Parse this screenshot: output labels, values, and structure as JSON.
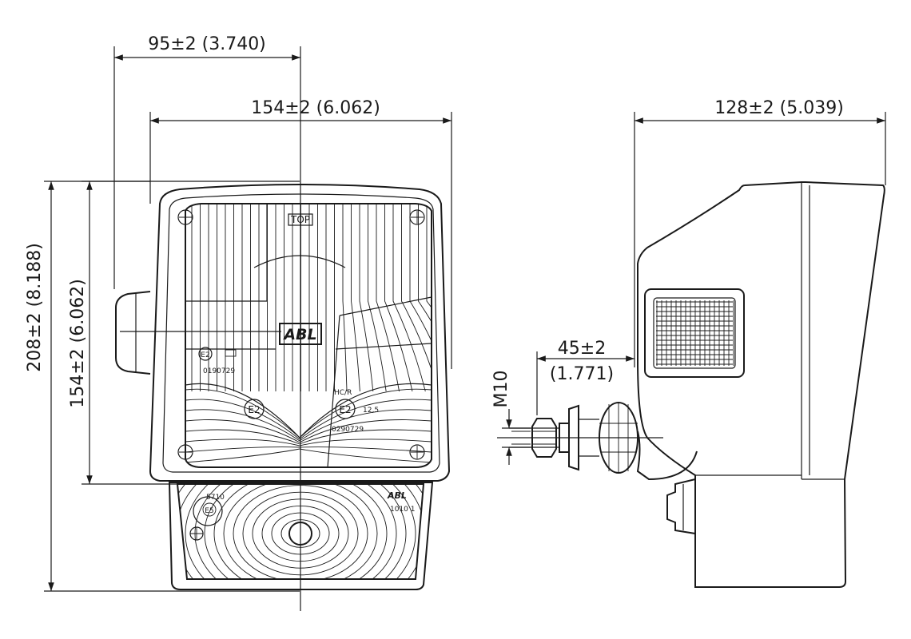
{
  "dimensions": {
    "width_mount": "95±2 (3.740)",
    "width_outer": "154±2 (6.062)",
    "depth": "128±2 (5.039)",
    "height_total": "208±2 (8.188)",
    "height_upper": "154±2 (6.062)",
    "bolt_offset_mm": "45±2",
    "bolt_offset_in": "(1.771)",
    "thread": "M10"
  },
  "lamp_markings": {
    "top": "TOP",
    "logo": "ABL",
    "approval_1": "E2",
    "code_1": "0190729",
    "approval_2": "E2",
    "approval_3": "E2",
    "class": "HC/R",
    "ref": "12,5",
    "code_2": "0290729",
    "approval_4": "E5",
    "code_3": "5710",
    "lower_logo": "ABL",
    "lower_code": "1010 1"
  }
}
